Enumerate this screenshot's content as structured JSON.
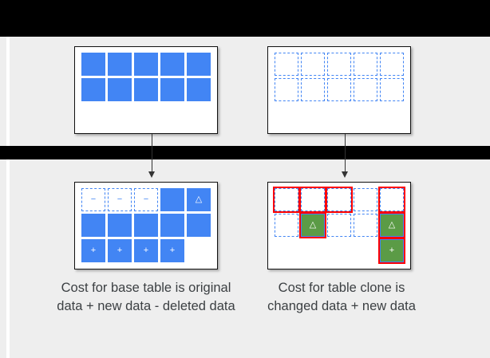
{
  "slide": {
    "background_color": "#eeeeee",
    "band_color": "#000000",
    "accent_blue": "#4285f4",
    "accent_green": "#5b9b46",
    "highlight_red": "#ff0000",
    "caption_color": "#3c4043"
  },
  "tables": {
    "base_top": {
      "name": "base-table-original",
      "rows": [
        [
          {
            "style": "solid",
            "glyph": "",
            "highlight": false
          },
          {
            "style": "solid",
            "glyph": "",
            "highlight": false
          },
          {
            "style": "solid",
            "glyph": "",
            "highlight": false
          },
          {
            "style": "solid",
            "glyph": "",
            "highlight": false
          },
          {
            "style": "solid",
            "glyph": "",
            "highlight": false
          }
        ],
        [
          {
            "style": "solid",
            "glyph": "",
            "highlight": false
          },
          {
            "style": "solid",
            "glyph": "",
            "highlight": false
          },
          {
            "style": "solid",
            "glyph": "",
            "highlight": false
          },
          {
            "style": "solid",
            "glyph": "",
            "highlight": false
          },
          {
            "style": "solid",
            "glyph": "",
            "highlight": false
          }
        ]
      ]
    },
    "clone_top": {
      "name": "clone-table-original",
      "rows": [
        [
          {
            "style": "dashed",
            "glyph": "",
            "highlight": false
          },
          {
            "style": "dashed",
            "glyph": "",
            "highlight": false
          },
          {
            "style": "dashed",
            "glyph": "",
            "highlight": false
          },
          {
            "style": "dashed",
            "glyph": "",
            "highlight": false
          },
          {
            "style": "dashed",
            "glyph": "",
            "highlight": false
          }
        ],
        [
          {
            "style": "dashed",
            "glyph": "",
            "highlight": false
          },
          {
            "style": "dashed",
            "glyph": "",
            "highlight": false
          },
          {
            "style": "dashed",
            "glyph": "",
            "highlight": false
          },
          {
            "style": "dashed",
            "glyph": "",
            "highlight": false
          },
          {
            "style": "dashed",
            "glyph": "",
            "highlight": false
          }
        ]
      ]
    },
    "base_bottom": {
      "name": "base-table-modified",
      "rows": [
        [
          {
            "style": "dashed",
            "glyph": "−",
            "highlight": false
          },
          {
            "style": "dashed",
            "glyph": "−",
            "highlight": false
          },
          {
            "style": "dashed",
            "glyph": "−",
            "highlight": false
          },
          {
            "style": "solid",
            "glyph": "",
            "highlight": false
          },
          {
            "style": "solid",
            "glyph": "△",
            "highlight": false
          }
        ],
        [
          {
            "style": "solid",
            "glyph": "",
            "highlight": false
          },
          {
            "style": "solid",
            "glyph": "",
            "highlight": false
          },
          {
            "style": "solid",
            "glyph": "",
            "highlight": false
          },
          {
            "style": "solid",
            "glyph": "",
            "highlight": false
          },
          {
            "style": "solid",
            "glyph": "",
            "highlight": false
          }
        ],
        [
          {
            "style": "solid",
            "glyph": "+",
            "highlight": false
          },
          {
            "style": "solid",
            "glyph": "+",
            "highlight": false
          },
          {
            "style": "solid",
            "glyph": "+",
            "highlight": false
          },
          {
            "style": "solid",
            "glyph": "+",
            "highlight": false
          },
          {
            "style": "blank",
            "glyph": "",
            "highlight": false
          }
        ]
      ]
    },
    "clone_bottom": {
      "name": "clone-table-modified",
      "rows": [
        [
          {
            "style": "dashed",
            "glyph": "",
            "highlight": true
          },
          {
            "style": "dashed",
            "glyph": "",
            "highlight": true
          },
          {
            "style": "dashed",
            "glyph": "",
            "highlight": true
          },
          {
            "style": "dashed",
            "glyph": "",
            "highlight": false
          },
          {
            "style": "dashed",
            "glyph": "",
            "highlight": true
          }
        ],
        [
          {
            "style": "dashed",
            "glyph": "",
            "highlight": false
          },
          {
            "style": "green",
            "glyph": "△",
            "highlight": true
          },
          {
            "style": "dashed",
            "glyph": "",
            "highlight": false
          },
          {
            "style": "dashed",
            "glyph": "",
            "highlight": false
          },
          {
            "style": "green",
            "glyph": "△",
            "highlight": true
          }
        ],
        [
          {
            "style": "blank",
            "glyph": "",
            "highlight": false
          },
          {
            "style": "blank",
            "glyph": "",
            "highlight": false
          },
          {
            "style": "blank",
            "glyph": "",
            "highlight": false
          },
          {
            "style": "blank",
            "glyph": "",
            "highlight": false
          },
          {
            "style": "green",
            "glyph": "+",
            "highlight": true
          }
        ]
      ]
    }
  },
  "arrows": {
    "base": {
      "name": "arrow-base-table",
      "direction": "down"
    },
    "clone": {
      "name": "arrow-clone-table",
      "direction": "down"
    }
  },
  "captions": {
    "base": "Cost for base table is original data + new data - deleted data",
    "clone": "Cost for table clone is changed data + new data"
  }
}
